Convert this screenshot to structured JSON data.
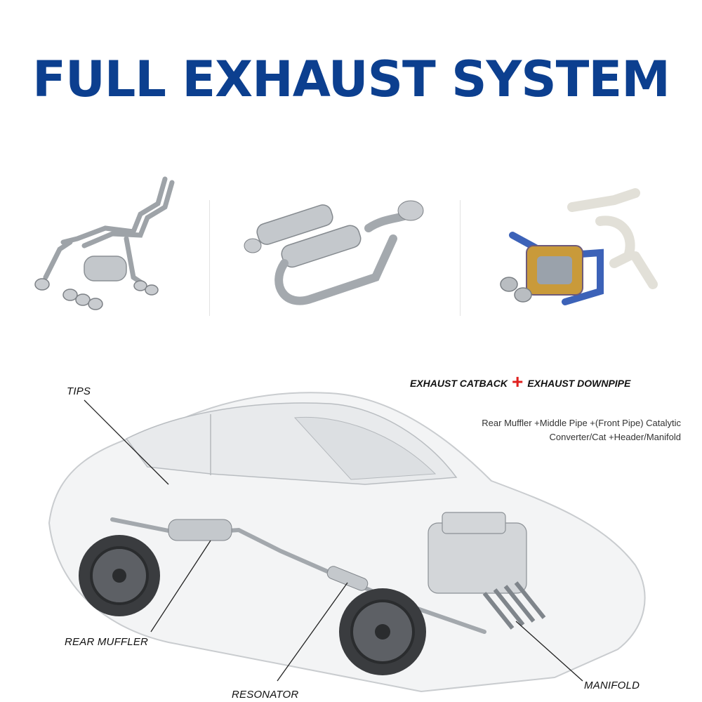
{
  "title": "FULL EXHAUST SYSTEM",
  "kit": {
    "catback": "EXHAUST CATBACK",
    "plus": "+",
    "downpipe": "EXHAUST DOWNPIPE",
    "description_line1": "Rear Muffler +Middle Pipe +(Front Pipe) Catalytic",
    "description_line2": "Converter/Cat +Header/Manifold"
  },
  "parts": {
    "tips": "TIPS",
    "rear_muffler": "REAR MUFFLER",
    "resonator": "RESONATOR",
    "manifold": "MANIFOLD"
  },
  "colors": {
    "title": "#0c3f8f",
    "plus": "#e0201e",
    "steel": "#b8bcc0",
    "titanium_blue": "#3c62b8",
    "titanium_gold": "#c99a3a"
  }
}
